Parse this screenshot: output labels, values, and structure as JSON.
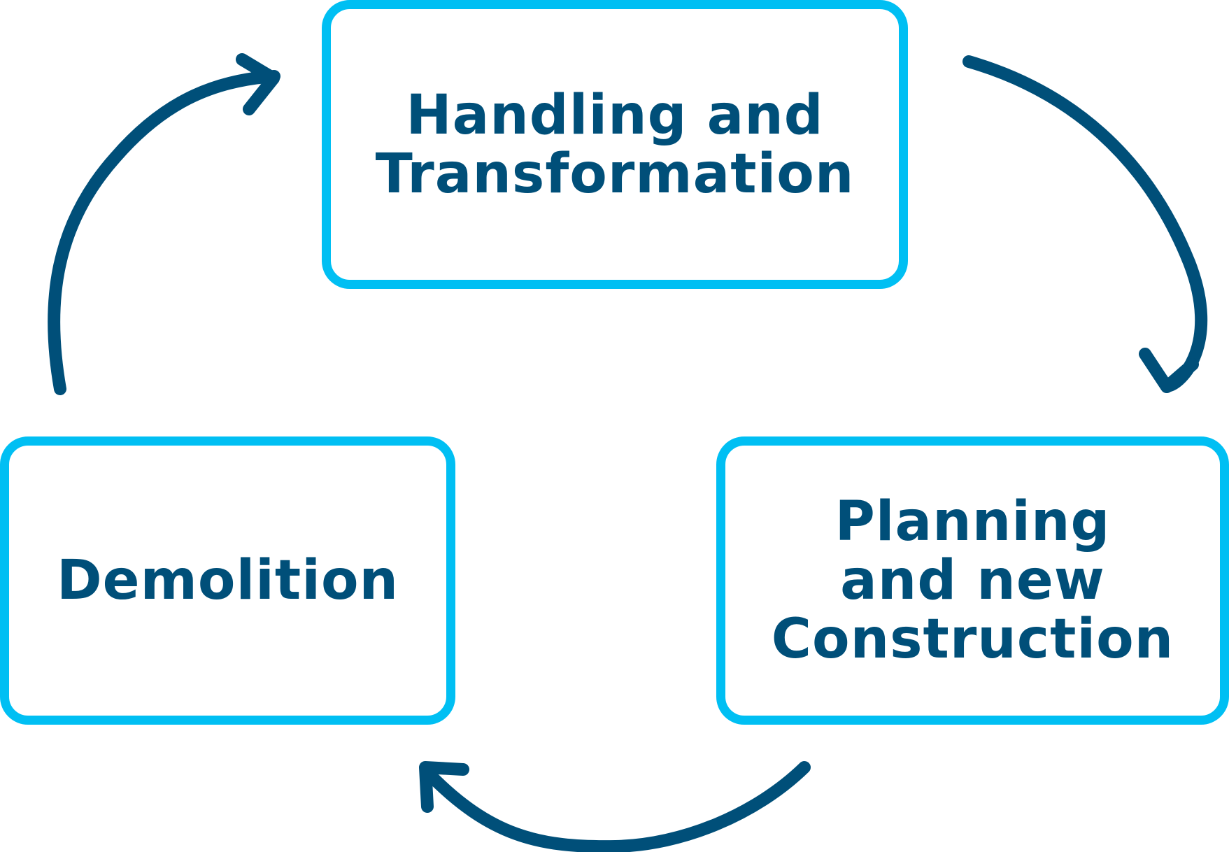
{
  "colors": {
    "box_border": "#00bff3",
    "text": "#004f79",
    "arrow": "#004f79",
    "background": "#ffffff"
  },
  "nodes": [
    {
      "id": "handling",
      "label": "Handling and\nTransformation"
    },
    {
      "id": "planning",
      "label": "Planning\nand new\nConstruction"
    },
    {
      "id": "demolition",
      "label": "Demolition"
    }
  ],
  "edges": [
    {
      "from": "handling",
      "to": "planning"
    },
    {
      "from": "planning",
      "to": "demolition"
    },
    {
      "from": "demolition",
      "to": "handling"
    }
  ]
}
